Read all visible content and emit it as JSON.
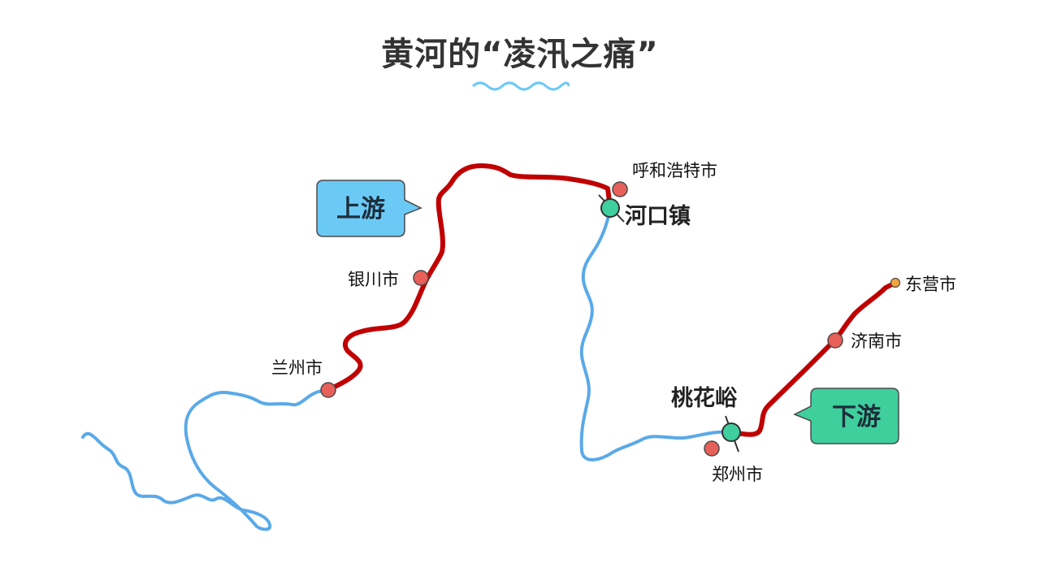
{
  "title": "黄河的“凌汛之痛”",
  "colors": {
    "river": "#5aa9e8",
    "affected_section": "#c00000",
    "city_dot": "#e8605a",
    "key_point": "#3ecf9d",
    "upstream_tag": "#6bc9f5",
    "downstream_tag": "#3ecf9d",
    "dongying_dot": "#f2a440"
  },
  "tags": {
    "upstream": "上游",
    "downstream": "下游"
  },
  "key_points": {
    "hekou": "河口镇",
    "taohuayu": "桃花峪"
  },
  "cities": {
    "lanzhou": "兰州市",
    "yinchuan": "银川市",
    "huhehaote": "呼和浩特市",
    "zhengzhou": "郑州市",
    "jinan": "济南市",
    "dongying": "东营市"
  }
}
